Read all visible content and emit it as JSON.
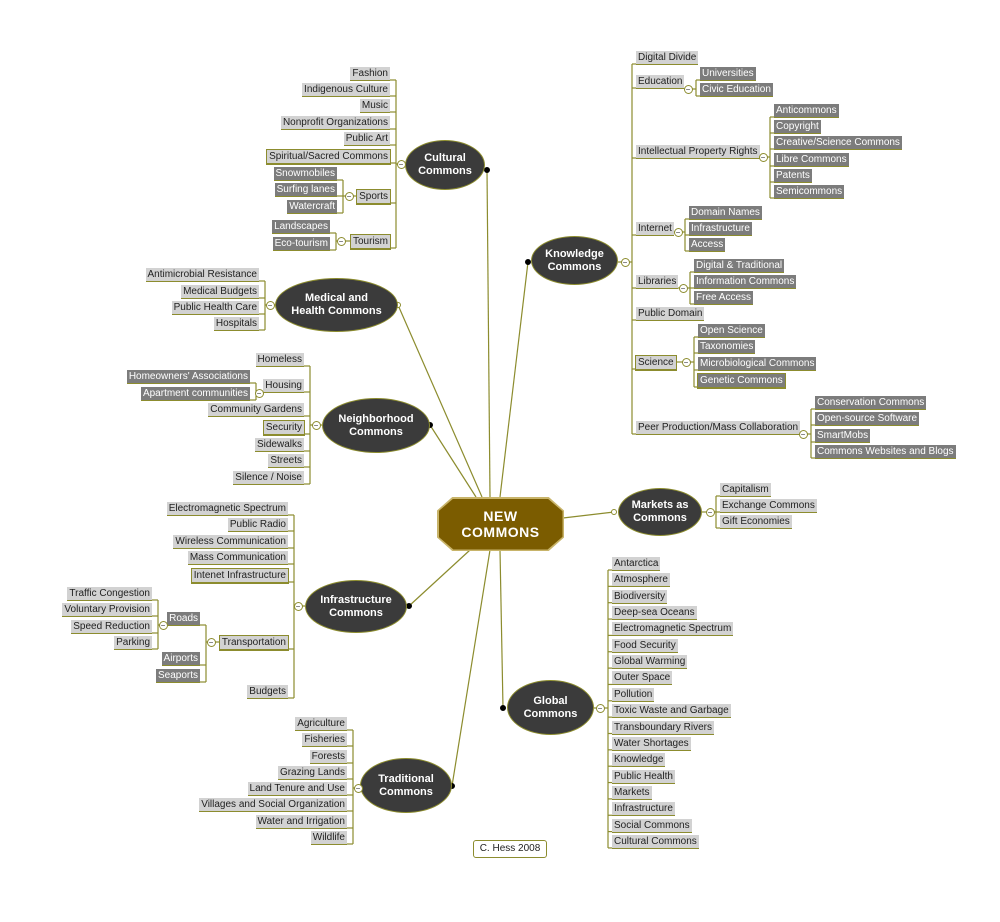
{
  "title": "NEW\nCOMMONS",
  "credit": "C. Hess 2008",
  "colors": {
    "center": "#7b5c00",
    "topic": "#3b3b3b",
    "line": "#8c8c2e",
    "light_label": "#d2d2d2",
    "dark_label": "#7c7c7c"
  },
  "branches": [
    {
      "label": "Cultural\nCommons",
      "children": [
        {
          "label": "Fashion"
        },
        {
          "label": "Indigenous Culture"
        },
        {
          "label": "Music"
        },
        {
          "label": "Nonprofit Organizations"
        },
        {
          "label": "Public Art"
        },
        {
          "label": "Spiritual/Sacred Commons"
        },
        {
          "label": "Sports",
          "children": [
            {
              "label": "Snowmobiles"
            },
            {
              "label": "Surfing lanes"
            },
            {
              "label": "Watercraft"
            }
          ]
        },
        {
          "label": "Tourism",
          "children": [
            {
              "label": "Landscapes"
            },
            {
              "label": "Eco-tourism"
            }
          ]
        }
      ]
    },
    {
      "label": "Knowledge\nCommons",
      "children": [
        {
          "label": "Digital Divide"
        },
        {
          "label": "Education",
          "children": [
            {
              "label": "Universities"
            },
            {
              "label": "Civic Education"
            }
          ]
        },
        {
          "label": "Intellectual Property Rights",
          "children": [
            {
              "label": "Anticommons"
            },
            {
              "label": "Copyright"
            },
            {
              "label": "Creative/Science Commons"
            },
            {
              "label": "Libre Commons"
            },
            {
              "label": "Patents"
            },
            {
              "label": "Semicommons"
            }
          ]
        },
        {
          "label": "Internet",
          "children": [
            {
              "label": "Domain Names"
            },
            {
              "label": "Infrastructure"
            },
            {
              "label": "Access"
            }
          ]
        },
        {
          "label": "Libraries",
          "children": [
            {
              "label": "Digital & Traditional"
            },
            {
              "label": "Information Commons"
            },
            {
              "label": "Free Access"
            }
          ]
        },
        {
          "label": "Public Domain"
        },
        {
          "label": "Science",
          "children": [
            {
              "label": "Open Science"
            },
            {
              "label": "Taxonomies"
            },
            {
              "label": "Microbiological Commons"
            },
            {
              "label": "Genetic Commons"
            }
          ]
        },
        {
          "label": "Peer Production/Mass Collaboration",
          "children": [
            {
              "label": "Conservation Commons"
            },
            {
              "label": "Open-source Software"
            },
            {
              "label": "SmartMobs"
            },
            {
              "label": "Commons Websites and Blogs"
            }
          ]
        }
      ]
    },
    {
      "label": "Medical and\nHealth Commons",
      "children": [
        {
          "label": "Antimicrobial Resistance"
        },
        {
          "label": "Medical Budgets"
        },
        {
          "label": "Public Health Care"
        },
        {
          "label": "Hospitals"
        }
      ]
    },
    {
      "label": "Neighborhood\nCommons",
      "children": [
        {
          "label": "Homeless"
        },
        {
          "label": "Housing",
          "children": [
            {
              "label": "Homeowners' Associations"
            },
            {
              "label": "Apartment communities"
            }
          ]
        },
        {
          "label": "Community Gardens"
        },
        {
          "label": "Security"
        },
        {
          "label": "Sidewalks"
        },
        {
          "label": "Streets"
        },
        {
          "label": "Silence / Noise"
        }
      ]
    },
    {
      "label": "Markets as\nCommons",
      "children": [
        {
          "label": "Capitalism"
        },
        {
          "label": "Exchange Commons"
        },
        {
          "label": "Gift Economies"
        }
      ]
    },
    {
      "label": "Infrastructure\nCommons",
      "children": [
        {
          "label": "Electromagnetic Spectrum"
        },
        {
          "label": "Public Radio"
        },
        {
          "label": "Wireless Communication"
        },
        {
          "label": "Mass Communication"
        },
        {
          "label": "Intenet Infrastructure"
        },
        {
          "label": "Transportation",
          "children": [
            {
              "label": "Roads",
              "children": [
                {
                  "label": "Traffic Congestion"
                },
                {
                  "label": "Voluntary Provision"
                },
                {
                  "label": "Speed Reduction"
                },
                {
                  "label": "Parking"
                }
              ]
            },
            {
              "label": "Airports"
            },
            {
              "label": "Seaports"
            }
          ]
        },
        {
          "label": "Budgets"
        }
      ]
    },
    {
      "label": "Global\nCommons",
      "children": [
        {
          "label": "Antarctica"
        },
        {
          "label": "Atmosphere"
        },
        {
          "label": "Biodiversity"
        },
        {
          "label": "Deep-sea Oceans"
        },
        {
          "label": "Electromagnetic Spectrum"
        },
        {
          "label": "Food Security"
        },
        {
          "label": "Global Warming"
        },
        {
          "label": "Outer Space"
        },
        {
          "label": "Pollution"
        },
        {
          "label": "Toxic Waste and Garbage"
        },
        {
          "label": "Transboundary Rivers"
        },
        {
          "label": "Water Shortages"
        },
        {
          "label": "Knowledge"
        },
        {
          "label": "Public Health"
        },
        {
          "label": "Markets"
        },
        {
          "label": "Infrastructure"
        },
        {
          "label": "Social Commons"
        },
        {
          "label": "Cultural Commons"
        }
      ]
    },
    {
      "label": "Traditional\nCommons",
      "children": [
        {
          "label": "Agriculture"
        },
        {
          "label": "Fisheries"
        },
        {
          "label": "Forests"
        },
        {
          "label": "Grazing Lands"
        },
        {
          "label": "Land Tenure and Use"
        },
        {
          "label": "Villages and Social Organization"
        },
        {
          "label": "Water and Irrigation"
        },
        {
          "label": "Wildlife"
        }
      ]
    }
  ]
}
